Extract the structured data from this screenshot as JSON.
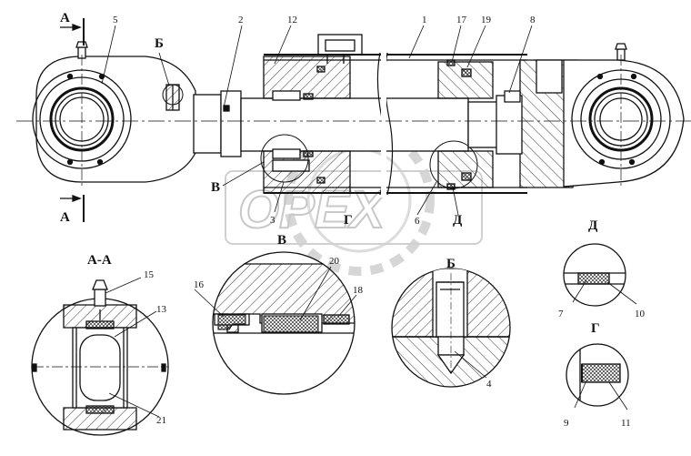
{
  "watermark": "OPEX",
  "section_markers": {
    "a_top": "А",
    "a_bottom": "А",
    "b": "Б",
    "v": "В",
    "g": "Г",
    "d": "Д"
  },
  "part_numbers": {
    "p1": "1",
    "p2": "2",
    "p3": "3",
    "p4": "4",
    "p5": "5",
    "p6": "6",
    "p7": "7",
    "p8": "8",
    "p9": "9",
    "p10": "10",
    "p11": "11",
    "p12": "12",
    "p13": "13",
    "p15": "15",
    "p16": "16",
    "p17": "17",
    "p18": "18",
    "p19": "19",
    "p20": "20",
    "p21": "21"
  },
  "detail_titles": {
    "section_aa": "А-А",
    "detail_v": "В",
    "detail_b": "Б",
    "detail_d": "Д",
    "detail_g": "Г"
  }
}
